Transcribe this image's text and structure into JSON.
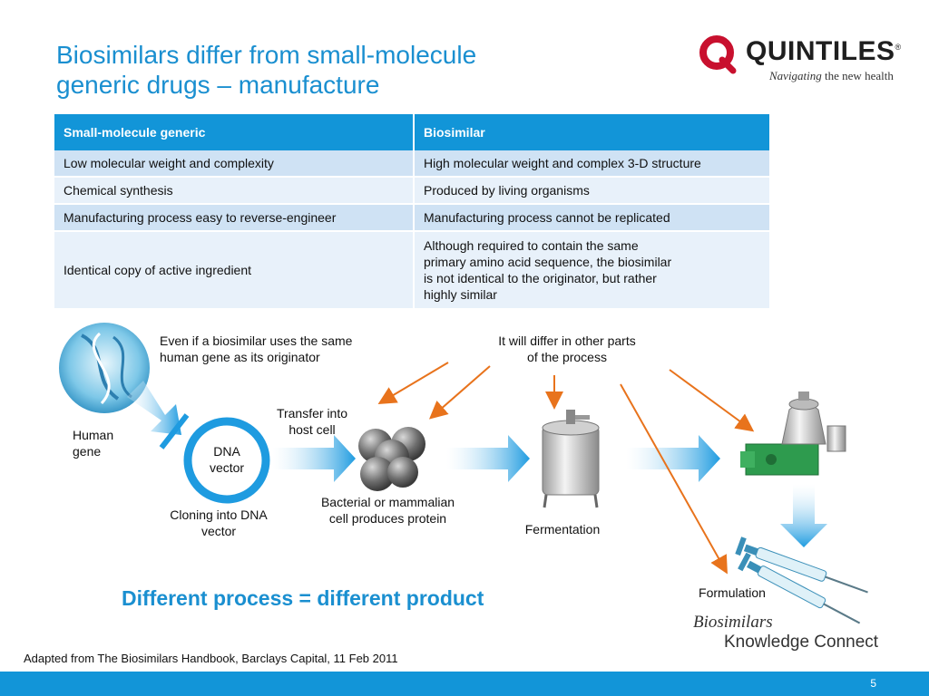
{
  "title": {
    "line1": "Biosimilars differ from small-molecule",
    "line2": "generic drugs – manufacture"
  },
  "logo": {
    "brand": "QUINTILES",
    "reg": "®",
    "tagline_italic": "Navigating",
    "tagline_rest": " the new health"
  },
  "table": {
    "headers": [
      "Small-molecule generic",
      "Biosimilar"
    ],
    "rows": [
      [
        "Low molecular weight and complexity",
        "High molecular weight and complex 3-D structure"
      ],
      [
        "Chemical synthesis",
        "Produced by living organisms"
      ],
      [
        "Manufacturing process easy to reverse-engineer",
        "Manufacturing process cannot be replicated"
      ],
      [
        "Identical copy of active ingredient",
        "Although required to contain the same\nprimary amino acid sequence, the biosimilar\nis not identical to the originator, but rather\nhighly similar"
      ]
    ]
  },
  "diagram": {
    "note_same_gene": "Even if a biosimilar uses the same\nhuman gene as its originator",
    "note_differ": "It will differ in other parts\nof the process",
    "human_gene": "Human\ngene",
    "dna_vector": "DNA\nvector",
    "cloning": "Cloning into DNA\nvector",
    "transfer": "Transfer into\nhost cell",
    "cell_produces": "Bacterial or mammalian\ncell produces protein",
    "fermentation": "Fermentation",
    "formulation": "Formulation"
  },
  "tagline": "Different process = different product",
  "watermark": {
    "line1": "Biosimilars",
    "line2": "Knowledge Connect"
  },
  "source": "Adapted from The Biosimilars Handbook, Barclays Capital, 11 Feb 2011",
  "page_number": "5",
  "colors": {
    "accent_blue": "#1295d8",
    "title_blue": "#1a8fd0",
    "arrow_orange": "#e8731c",
    "logo_red": "#c8102e"
  }
}
